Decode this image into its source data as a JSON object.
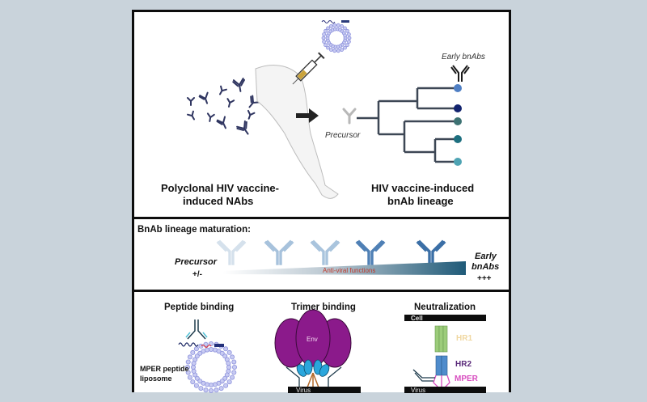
{
  "top_panel": {
    "left_caption_line1": "Polyclonal HIV vaccine-",
    "left_caption_line2": "induced NAbs",
    "right_caption_line1": "HIV vaccine-induced",
    "right_caption_line2": "bnAb lineage",
    "precursor_label": "Precursor",
    "early_bnabs_label": "Early bnAbs",
    "lineage_leaf_colors": [
      "#4f7fc4",
      "#12236e",
      "#3d7273",
      "#1d6f7f",
      "#4ea3b3"
    ]
  },
  "middle_panel": {
    "title": "BnAb lineage maturation:",
    "precursor_label": "Precursor",
    "precursor_score": "+/-",
    "early_label_line1": "Early",
    "early_label_line2": "bnAbs",
    "early_score": "+++",
    "gradient_label": "Anti-viral functions",
    "antibody_stage_colors": [
      "#d5e1ec",
      "#a7c2dc",
      "#a9c4dd",
      "#4f80b5",
      "#3b6fa6"
    ]
  },
  "bottom_panel": {
    "peptide": {
      "title": "Peptide binding",
      "caption_line1": "MPER peptide",
      "caption_line2": "liposome"
    },
    "trimer": {
      "title": "Trimer binding",
      "env_label": "Env",
      "virus_label": "Virus"
    },
    "neutralization": {
      "title": "Neutralization",
      "cell_label": "Cell",
      "hr1_label": "HR1",
      "hr2_label": "HR2",
      "mper_label": "MPER",
      "virus_label": "Virus"
    }
  },
  "colors": {
    "env_purple": "#8b1a8b",
    "gp41_blue": "#2aa6dc",
    "hr1_green": "#9ccc7a",
    "hr2_blue": "#4f8ccc",
    "mper_pink": "#d84fc0",
    "hr1_text": "#f0d7a0",
    "hr2_text": "#5a2a7a",
    "liposome": "#9aa0e6",
    "gradient_label_red": "#c0392b"
  }
}
